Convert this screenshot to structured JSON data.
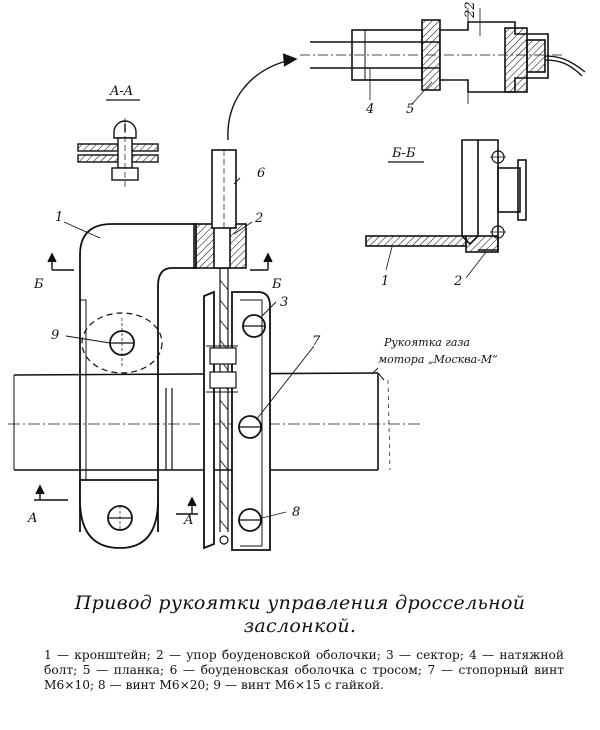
{
  "labels": {
    "n1": "1",
    "n2": "2",
    "n3": "3",
    "n4": "4",
    "n5": "5",
    "n6": "6",
    "n7": "7",
    "n8": "8",
    "n9": "9",
    "n1b": "1",
    "n2b": "2",
    "section_aa": "A-A",
    "section_bb": "Б-Б",
    "cut_b_left": "Б",
    "cut_b_right": "Б",
    "cut_a_left": "A",
    "cut_a_right": "A",
    "dim_22": "22",
    "handle_note_1": "Рукоятка газа",
    "handle_note_2": "мотора „Москва-М“"
  },
  "caption": {
    "title": "Привод рукоятки управления дроссельной заслонкой.",
    "legend": "1 — кронштейн; 2 — упор боуденовской оболочки; 3 — сектор; 4 — натяжной болт; 5 — планка; 6 — боуденовская оболочка с тросом; 7 — стопорный винт М6×10; 8 — винт М6×20; 9 — винт М6×15 с гайкой."
  }
}
